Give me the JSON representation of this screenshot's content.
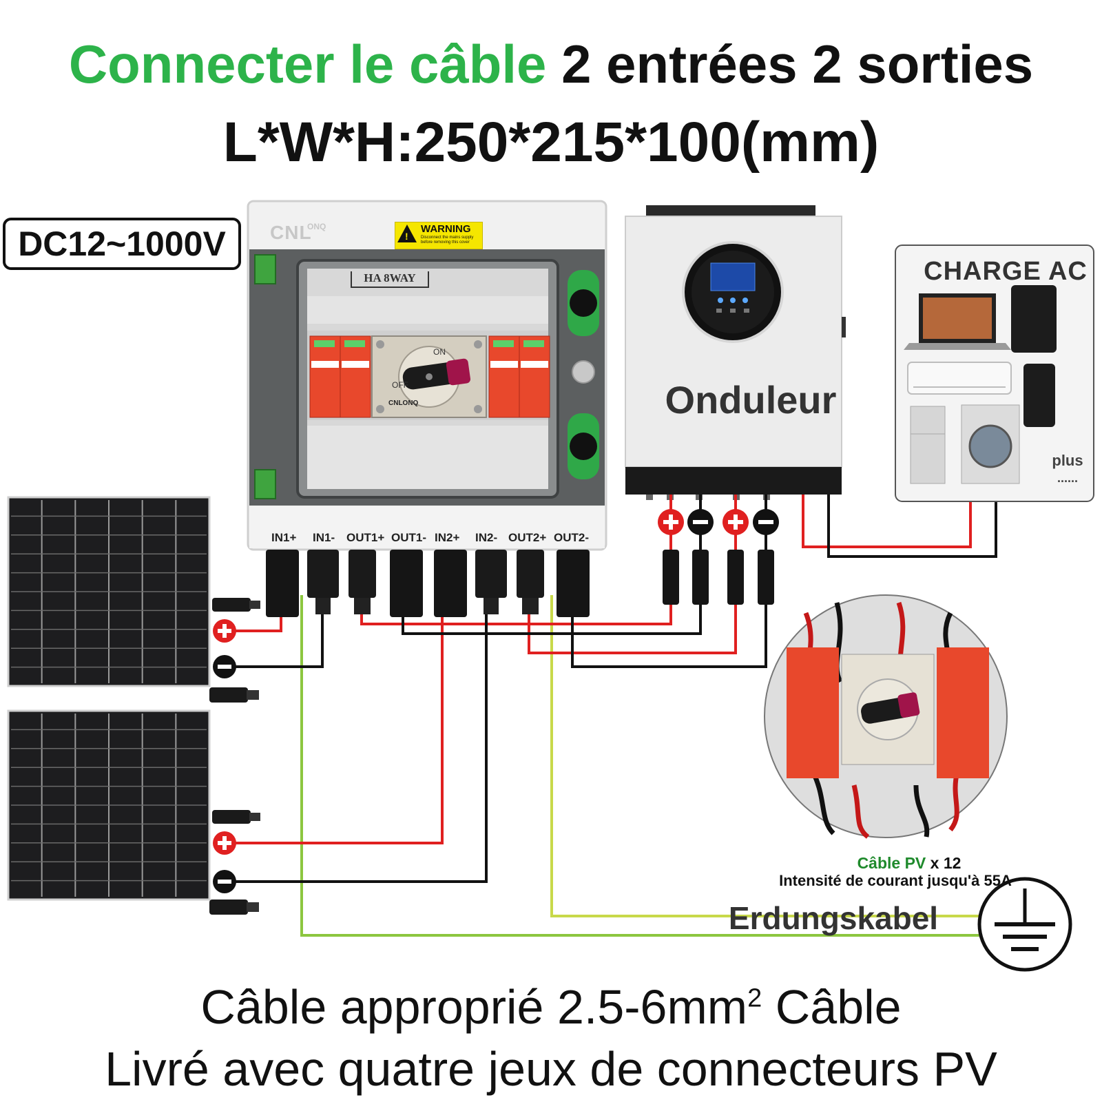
{
  "title": {
    "highlight": "Connecter le câble",
    "rest": " 2 entrées 2 sorties",
    "dimensions": "L*W*H:250*215*100(mm)",
    "highlight_color": "#2db34a"
  },
  "voltage_range": "DC12~1000V",
  "combiner_box": {
    "brand": "CNL",
    "brand_sub": "ONQ",
    "warning_title": "WARNING",
    "warning_text": "Disconnect the mains supply before removing this cover",
    "model": "HA 8WAY",
    "switch_on": "ON",
    "switch_off": "OFF",
    "switch_brand": "CNLONQ",
    "ports": [
      "IN1+",
      "IN1-",
      "OUT1+",
      "OUT1-",
      "IN2+",
      "IN2-",
      "OUT2+",
      "OUT2-"
    ]
  },
  "inverter": {
    "label": "Onduleur"
  },
  "ac_load": {
    "title": "CHARGE AC",
    "more": "plus",
    "more_dots": "......"
  },
  "inset": {
    "cable_name": "Câble PV",
    "cable_count": " x 12",
    "current_note": "Intensité de courant jusqu'à 55A"
  },
  "ground": {
    "label": "Erdungskabel"
  },
  "bottom": {
    "cable_pre": "Câble approprié 2.5-6mm",
    "cable_sup": "2",
    "cable_post": " Câble",
    "connectors": "Livré avec quatre jeux de connecteurs PV"
  },
  "colors": {
    "positive": "#e02020",
    "negative": "#111111",
    "ground_green": "#9bd23a",
    "spd_red": "#e8482c"
  }
}
